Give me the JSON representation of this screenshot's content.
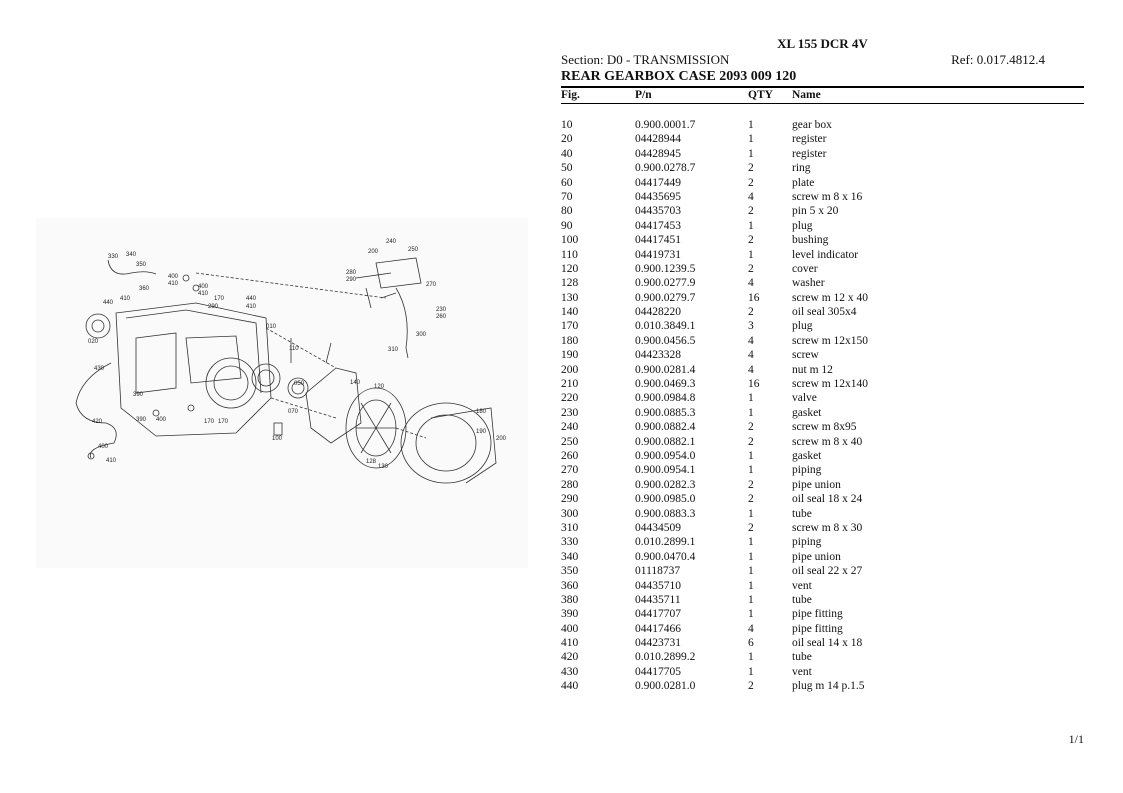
{
  "header": {
    "model": "XL 155 DCR 4V",
    "section": "Section: D0 - TRANSMISSION",
    "ref": "Ref: 0.017.4812.4",
    "title": "REAR GEARBOX CASE 2093 009 120"
  },
  "table": {
    "columns": [
      "Fig.",
      "P/n",
      "QTY",
      "Name"
    ],
    "rows": [
      {
        "fig": "10",
        "pn": "0.900.0001.7",
        "qty": "1",
        "name": "gear box"
      },
      {
        "fig": "20",
        "pn": "04428944",
        "qty": "1",
        "name": "register"
      },
      {
        "fig": "40",
        "pn": "04428945",
        "qty": "1",
        "name": "register"
      },
      {
        "fig": "50",
        "pn": "0.900.0278.7",
        "qty": "2",
        "name": "ring"
      },
      {
        "fig": "60",
        "pn": "04417449",
        "qty": "2",
        "name": "plate"
      },
      {
        "fig": "70",
        "pn": "04435695",
        "qty": "4",
        "name": "screw m 8 x 16"
      },
      {
        "fig": "80",
        "pn": "04435703",
        "qty": "2",
        "name": "pin 5 x 20"
      },
      {
        "fig": "90",
        "pn": "04417453",
        "qty": "1",
        "name": "plug"
      },
      {
        "fig": "100",
        "pn": "04417451",
        "qty": "2",
        "name": "bushing"
      },
      {
        "fig": "110",
        "pn": "04419731",
        "qty": "1",
        "name": "level indicator"
      },
      {
        "fig": "120",
        "pn": "0.900.1239.5",
        "qty": "2",
        "name": "cover"
      },
      {
        "fig": "128",
        "pn": "0.900.0277.9",
        "qty": "4",
        "name": "washer"
      },
      {
        "fig": "130",
        "pn": "0.900.0279.7",
        "qty": "16",
        "name": "screw m 12 x 40"
      },
      {
        "fig": "140",
        "pn": "04428220",
        "qty": "2",
        "name": "oil seal 305x4"
      },
      {
        "fig": "170",
        "pn": "0.010.3849.1",
        "qty": "3",
        "name": "plug"
      },
      {
        "fig": "180",
        "pn": "0.900.0456.5",
        "qty": "4",
        "name": "screw m 12x150"
      },
      {
        "fig": "190",
        "pn": "04423328",
        "qty": "4",
        "name": "screw"
      },
      {
        "fig": "200",
        "pn": "0.900.0281.4",
        "qty": "4",
        "name": "nut m 12"
      },
      {
        "fig": "210",
        "pn": "0.900.0469.3",
        "qty": "16",
        "name": "screw m 12x140"
      },
      {
        "fig": "220",
        "pn": "0.900.0984.8",
        "qty": "1",
        "name": "valve"
      },
      {
        "fig": "230",
        "pn": "0.900.0885.3",
        "qty": "1",
        "name": "gasket"
      },
      {
        "fig": "240",
        "pn": "0.900.0882.4",
        "qty": "2",
        "name": "screw m 8x95"
      },
      {
        "fig": "250",
        "pn": "0.900.0882.1",
        "qty": "2",
        "name": "screw m 8 x 40"
      },
      {
        "fig": "260",
        "pn": "0.900.0954.0",
        "qty": "1",
        "name": "gasket"
      },
      {
        "fig": "270",
        "pn": "0.900.0954.1",
        "qty": "1",
        "name": "piping"
      },
      {
        "fig": "280",
        "pn": "0.900.0282.3",
        "qty": "2",
        "name": "pipe union"
      },
      {
        "fig": "290",
        "pn": "0.900.0985.0",
        "qty": "2",
        "name": "oil seal 18 x 24"
      },
      {
        "fig": "300",
        "pn": "0.900.0883.3",
        "qty": "1",
        "name": "tube"
      },
      {
        "fig": "310",
        "pn": "04434509",
        "qty": "2",
        "name": "screw m 8 x 30"
      },
      {
        "fig": "330",
        "pn": "0.010.2899.1",
        "qty": "1",
        "name": "piping"
      },
      {
        "fig": "340",
        "pn": "0.900.0470.4",
        "qty": "1",
        "name": "pipe union"
      },
      {
        "fig": "350",
        "pn": "01118737",
        "qty": "1",
        "name": "oil seal 22 x 27"
      },
      {
        "fig": "360",
        "pn": "04435710",
        "qty": "1",
        "name": "vent"
      },
      {
        "fig": "380",
        "pn": "04435711",
        "qty": "1",
        "name": "tube"
      },
      {
        "fig": "390",
        "pn": "04417707",
        "qty": "1",
        "name": "pipe fitting"
      },
      {
        "fig": "400",
        "pn": "04417466",
        "qty": "4",
        "name": "pipe fitting"
      },
      {
        "fig": "410",
        "pn": "04423731",
        "qty": "6",
        "name": "oil seal 14 x 18"
      },
      {
        "fig": "420",
        "pn": "0.010.2899.2",
        "qty": "1",
        "name": "tube"
      },
      {
        "fig": "430",
        "pn": "04417705",
        "qty": "1",
        "name": "vent"
      },
      {
        "fig": "440",
        "pn": "0.900.0281.0",
        "qty": "2",
        "name": "plug m 14 p.1.5"
      }
    ]
  },
  "diagram": {
    "callouts": [
      "330",
      "340",
      "350",
      "360",
      "400",
      "410",
      "410",
      "440",
      "410",
      "020",
      "430",
      "420",
      "390",
      "400",
      "390",
      "170",
      "170",
      "410",
      "440",
      "290",
      "200",
      "210",
      "240",
      "250",
      "280",
      "290",
      "270",
      "230",
      "260",
      "310",
      "110",
      "300",
      "100",
      "070",
      "140",
      "120",
      "128",
      "130",
      "180",
      "190",
      "200"
    ]
  },
  "footer": {
    "page": "1/1"
  }
}
